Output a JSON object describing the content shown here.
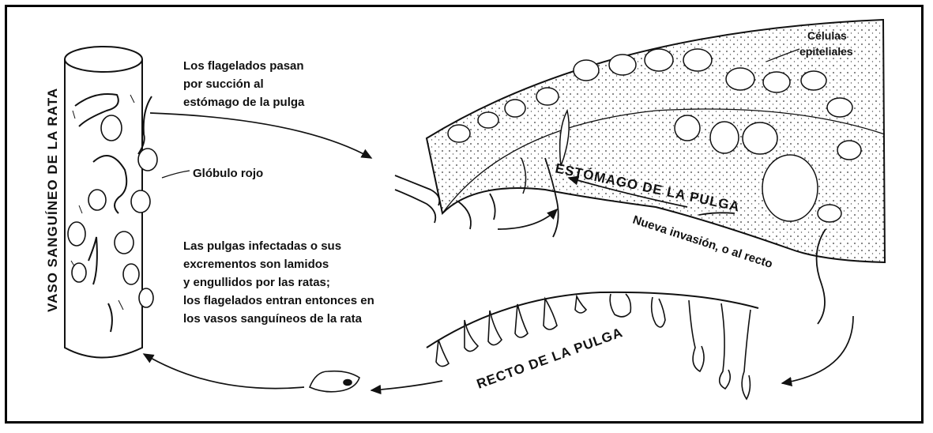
{
  "labels": {
    "vessel": "VASO SANGUÍNEO DE LA RATA",
    "flagellates_pass": [
      "Los flagelados pasan",
      "por succión al",
      "estómago de la pulga"
    ],
    "red_cell": "Glóbulo rojo",
    "infected_fleas": [
      "Las pulgas infectadas o sus",
      "excrementos son lamidos",
      "y engullidos por las ratas;",
      "los flagelados entran entonces en",
      "los vasos sanguíneos de la rata"
    ],
    "epithelial": [
      "Células",
      "epiteliales"
    ],
    "stomach": "ESTÓMAGO DE LA PULGA",
    "new_invasion": "Nueva invasión, o al recto",
    "rectum": "RECTO DE LA PULGA"
  }
}
